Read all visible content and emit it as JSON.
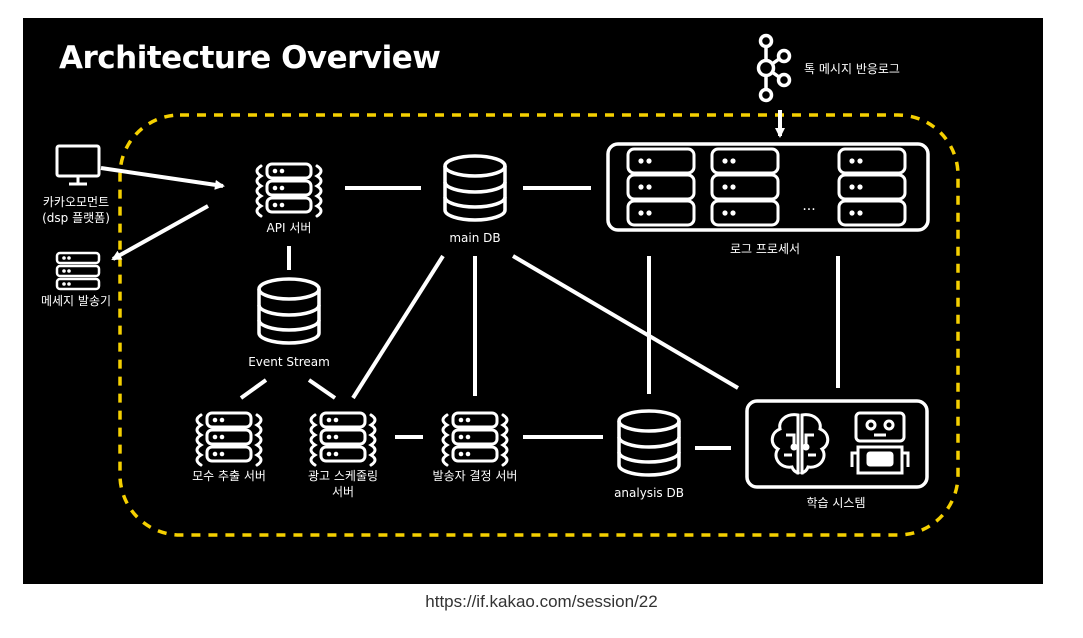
{
  "slide": {
    "title": "Architecture Overview",
    "accent_color": "#f5d000"
  },
  "nodes": {
    "kakao_moment": {
      "label_line1": "카카오모먼트",
      "label_line2": "(dsp 플랫폼)",
      "icon": "monitor-icon"
    },
    "message_sender": {
      "label": "메세지 발송기",
      "icon": "server-stack-icon"
    },
    "api_server": {
      "label": "API 서버",
      "icon": "server-stack-icon"
    },
    "event_stream": {
      "label": "Event Stream",
      "icon": "database-icon"
    },
    "main_db": {
      "label": "main DB",
      "icon": "database-icon"
    },
    "log_processor": {
      "label": "로그 프로세서",
      "ellipsis": "...",
      "icon": "server-stack-icon"
    },
    "kafka": {
      "label": "톡 메시지 반응로그",
      "icon": "kafka-icon"
    },
    "population_server": {
      "label": "모수 추출 서버",
      "icon": "server-stack-icon"
    },
    "ad_scheduling_server": {
      "label_line1": "광고 스케줄링",
      "label_line2": "서버",
      "icon": "server-stack-icon"
    },
    "sender_decision_server": {
      "label": "발송자 결정 서버",
      "icon": "server-stack-icon"
    },
    "analysis_db": {
      "label": "analysis DB",
      "icon": "database-icon"
    },
    "learning_system": {
      "label": "학습 시스템",
      "icons": [
        "brain-icon",
        "robot-icon"
      ]
    }
  },
  "caption": "https://if.kakao.com/session/22"
}
